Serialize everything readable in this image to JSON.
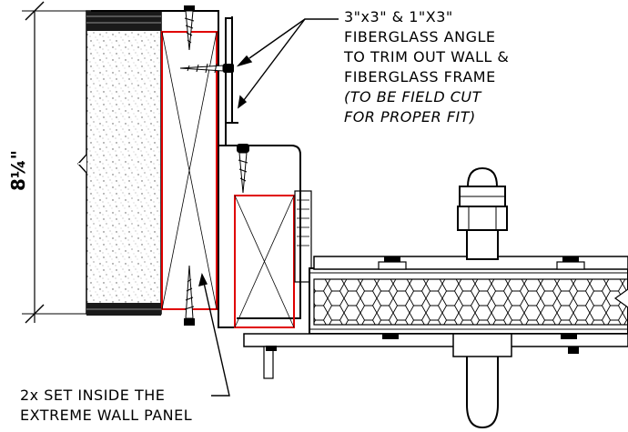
{
  "note_top": {
    "lines": [
      "3\"x3\" & 1\"X3\"",
      "FIBERGLASS ANGLE",
      "TO TRIM OUT WALL &",
      "FIBERGLASS FRAME"
    ],
    "italic_lines": [
      "(TO BE FIELD CUT",
      "FOR PROPER FIT)"
    ]
  },
  "note_bottom": {
    "lines": [
      "2x SET INSIDE THE",
      "EXTREME WALL PANEL"
    ]
  },
  "dimension": {
    "label": "8¼\""
  },
  "colors": {
    "line": "#000000",
    "highlight": "#e00000",
    "background": "#ffffff"
  }
}
